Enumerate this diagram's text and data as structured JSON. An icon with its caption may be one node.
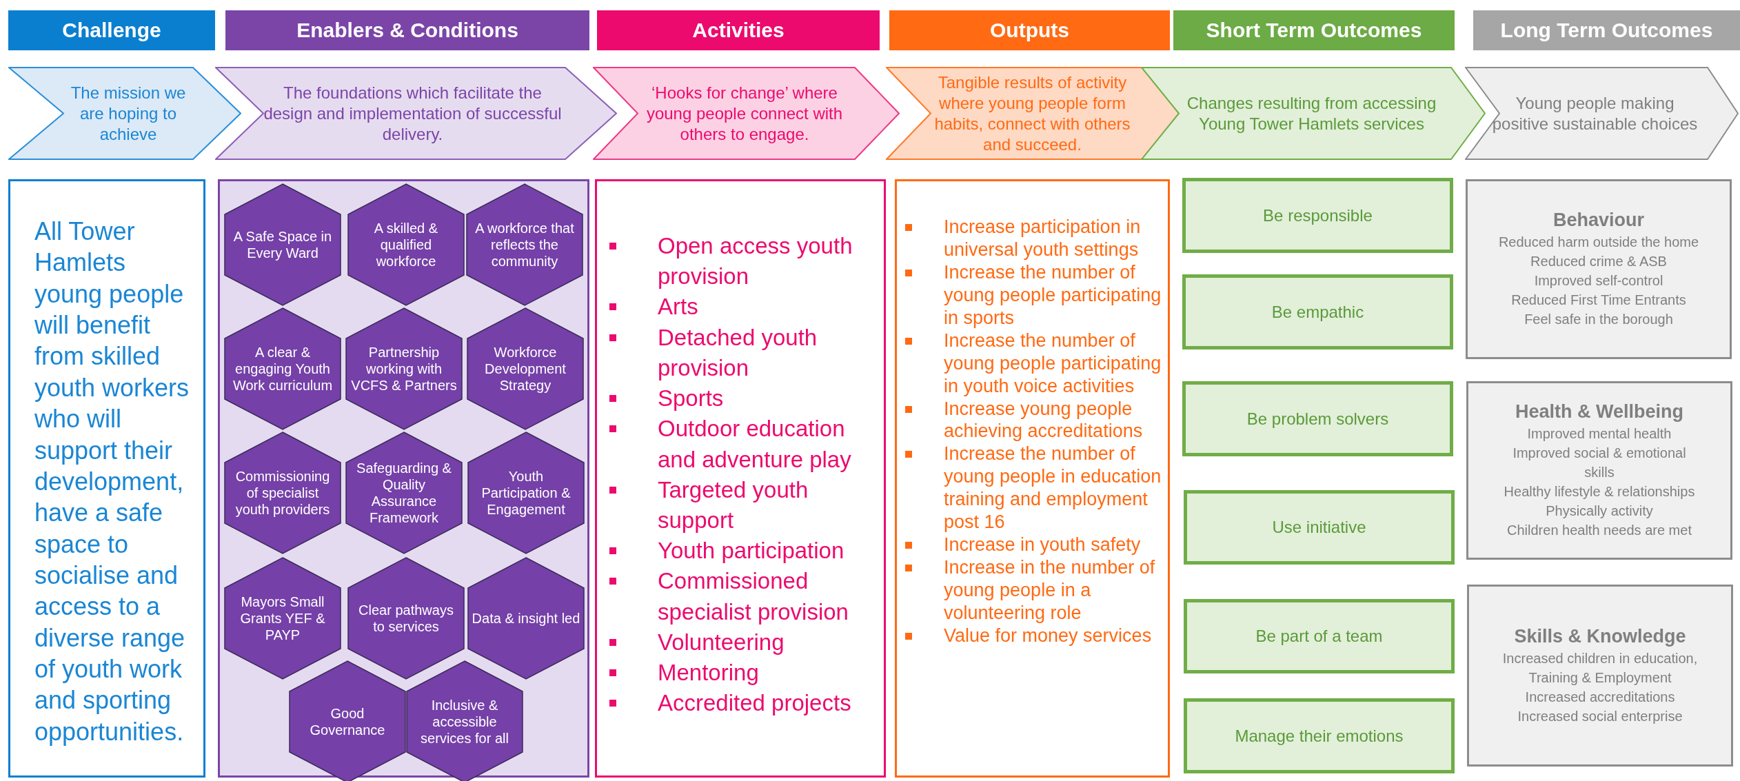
{
  "diagram": {
    "nodes": [
      {
        "text": [
          "Challenge"
        ]
      },
      {
        "text": [
          "The mission we are hoping to achieve"
        ]
      },
      {
        "text": [
          "All Tower Hamlets young people will benefit from skilled youth workers who will support their development, have a safe space to socialise and access to a diverse range of youth work and sporting opportunities."
        ]
      },
      {
        "text": [
          "Enablers & Conditions"
        ]
      },
      {
        "text": [
          "The foundations which facilitate the design and implementation of successful delivery."
        ]
      },
      {
        "text": [],
        "shape": "box"
      },
      {
        "text": [
          "A Safe Space in Every Ward"
        ],
        "in": 5
      },
      {
        "text": [
          "A skilled & qualified workforce"
        ],
        "in": 5
      },
      {
        "text": [
          "A workforce that reflects the community"
        ],
        "in": 5
      },
      {
        "text": [
          "A clear & engaging Youth Work curriculum"
        ],
        "in": 5
      },
      {
        "text": [
          "Partnership working with VCFS & Partners"
        ],
        "in": 5
      },
      {
        "text": [
          "Workforce Development Strategy"
        ],
        "in": 5
      },
      {
        "text": [
          "Commissioning of specialist youth providers"
        ],
        "in": 5
      },
      {
        "text": [
          "Safeguarding & Quality Assurance Framework"
        ],
        "in": 5
      },
      {
        "text": [
          "Youth Participation & Engagement"
        ],
        "in": 5
      },
      {
        "text": [
          "Mayors Small Grants YEF & PAYP"
        ],
        "in": 5
      },
      {
        "text": [
          "Clear pathways to services"
        ],
        "in": 5
      },
      {
        "text": [
          "Data & insight led"
        ],
        "in": 5
      },
      {
        "text": [
          "Good Governance"
        ],
        "in": 5
      },
      {
        "text": [
          "Inclusive & accessible services for all"
        ],
        "in": 5
      },
      {
        "text": [
          "Activities"
        ]
      },
      {
        "text": [
          "‘Hooks for change’ where young people connect with others to engage."
        ]
      },
      {
        "text": [
          "Open access youth provision",
          "Arts",
          "Detached youth provision",
          "Sports",
          "Outdoor education and adventure play",
          "Targeted youth support",
          "Youth participation",
          "Commissioned specialist provision",
          "Volunteering",
          "Mentoring",
          "Accredited projects"
        ]
      },
      {
        "text": [
          "Outputs"
        ]
      },
      {
        "text": [
          "Tangible results of activity where young people form habits, connect with others and succeed."
        ]
      },
      {
        "text": [
          "Increase participation in universal youth settings",
          "Increase the number of young people participating in sports",
          "Increase the number of young people participating in youth voice activities",
          "Increase young people achieving  accreditations",
          "Increase the number of young people in education training and employment post 16",
          "Increase in youth safety",
          "Increase in the number of young people in a volunteering role",
          "Value for money services"
        ]
      },
      {
        "text": [
          "Short Term Outcomes"
        ]
      },
      {
        "text": [
          "Changes resulting from accessing Young Tower Hamlets services"
        ]
      },
      {
        "text": [
          "Be responsible"
        ]
      },
      {
        "text": [
          "Be empathic"
        ]
      },
      {
        "text": [
          "Be problem solvers"
        ]
      },
      {
        "text": [
          "Use initiative"
        ]
      },
      {
        "text": [
          "Be part of a team"
        ]
      },
      {
        "text": [
          "Manage their emotions"
        ]
      },
      {
        "text": [
          "Long Term Outcomes"
        ]
      },
      {
        "text": [
          "Young people making positive sustainable choices"
        ]
      },
      {
        "text": [
          "Behaviour",
          "Reduced harm outside the home",
          "Reduced crime & ASB",
          "Improved self-control",
          "Reduced First Time Entrants",
          "Feel safe in the borough"
        ]
      },
      {
        "text": [
          "Health & Wellbeing",
          "Improved mental health",
          "Improved social & emotional skills",
          "Healthy lifestyle & relationships",
          "Physically activity",
          "Children health needs are met"
        ]
      },
      {
        "text": [
          "Skills & Knowledge",
          "Increased children in education, Training & Employment",
          "Increased accreditations",
          "Increased social enterprise"
        ]
      }
    ],
    "edges": []
  }
}
